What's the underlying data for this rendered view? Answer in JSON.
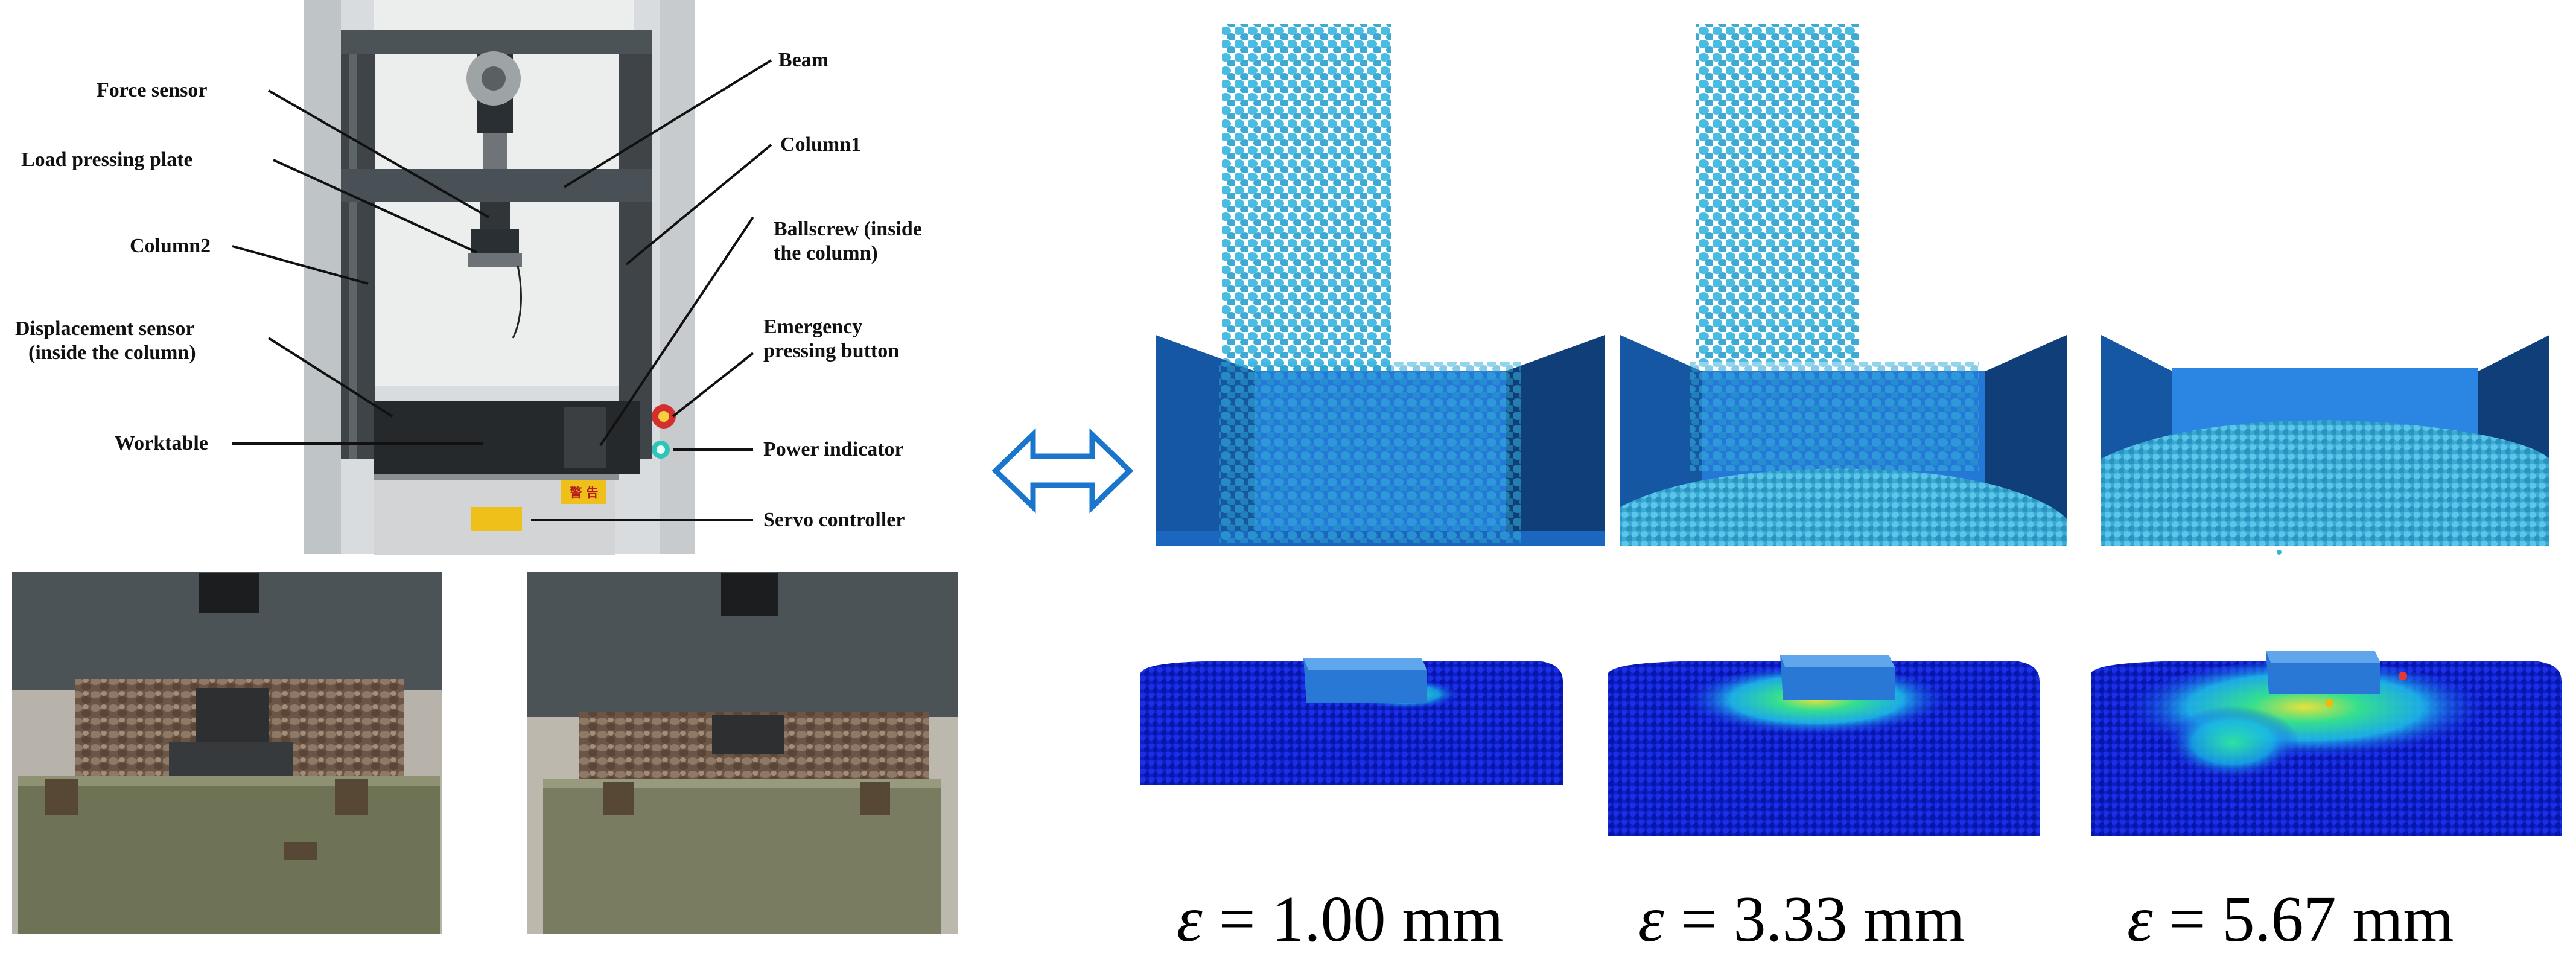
{
  "apparatus": {
    "labels": {
      "force_sensor": "Force sensor",
      "load_pressing_plate": "Load pressing plate",
      "column2": "Column2",
      "displacement_sensor_1": "Displacement sensor",
      "displacement_sensor_2": "(inside the column)",
      "worktable": "Worktable",
      "beam": "Beam",
      "column1": "Column1",
      "ballscrew_1": "Ballscrew (inside",
      "ballscrew_2": "the column)",
      "emergency_1": "Emergency",
      "emergency_2": "pressing button",
      "power_indicator": "Power indicator",
      "servo_controller": "Servo controller"
    },
    "warning_sign": "警 告"
  },
  "simulation": {
    "strain_symbol": "ε",
    "captions": [
      {
        "value": "1.00",
        "unit": "mm"
      },
      {
        "value": "3.33",
        "unit": "mm"
      },
      {
        "value": "5.67",
        "unit": "mm"
      }
    ]
  },
  "colors": {
    "particle_cyan": "#38b4dc",
    "bin_blue": "#1560b0",
    "deep_blue": "#0b1ed0",
    "frame_gray": "#4a5156",
    "box_olive": "#6f7356",
    "arrow_blue": "#1976cc"
  }
}
